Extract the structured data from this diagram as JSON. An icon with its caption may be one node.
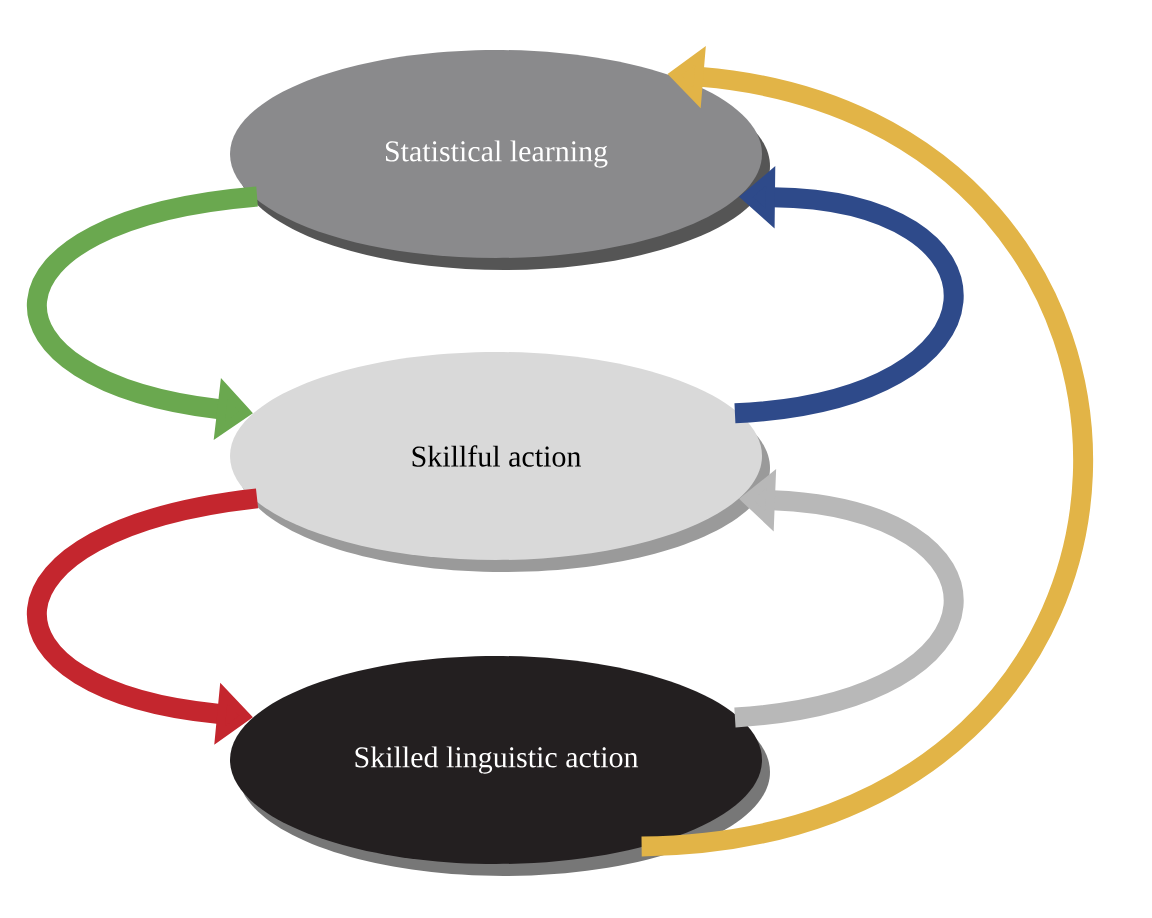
{
  "diagram": {
    "nodes": [
      {
        "text": [
          "Statistical learning"
        ]
      },
      {
        "text": [
          "Skillful action"
        ]
      },
      {
        "text": [
          "Skilled linguistic action"
        ]
      }
    ],
    "edges": [
      {
        "from": 0,
        "to": 1,
        "arrow": "to",
        "color": "#6aa84f"
      },
      {
        "from": 1,
        "to": 0,
        "arrow": "to",
        "color": "#2e4a8a"
      },
      {
        "from": 1,
        "to": 2,
        "arrow": "to",
        "color": "#c4262e"
      },
      {
        "from": 2,
        "to": 1,
        "arrow": "to",
        "color": "#b8b8b8"
      },
      {
        "from": 2,
        "to": 0,
        "arrow": "to",
        "color": "#e2b447"
      }
    ]
  }
}
